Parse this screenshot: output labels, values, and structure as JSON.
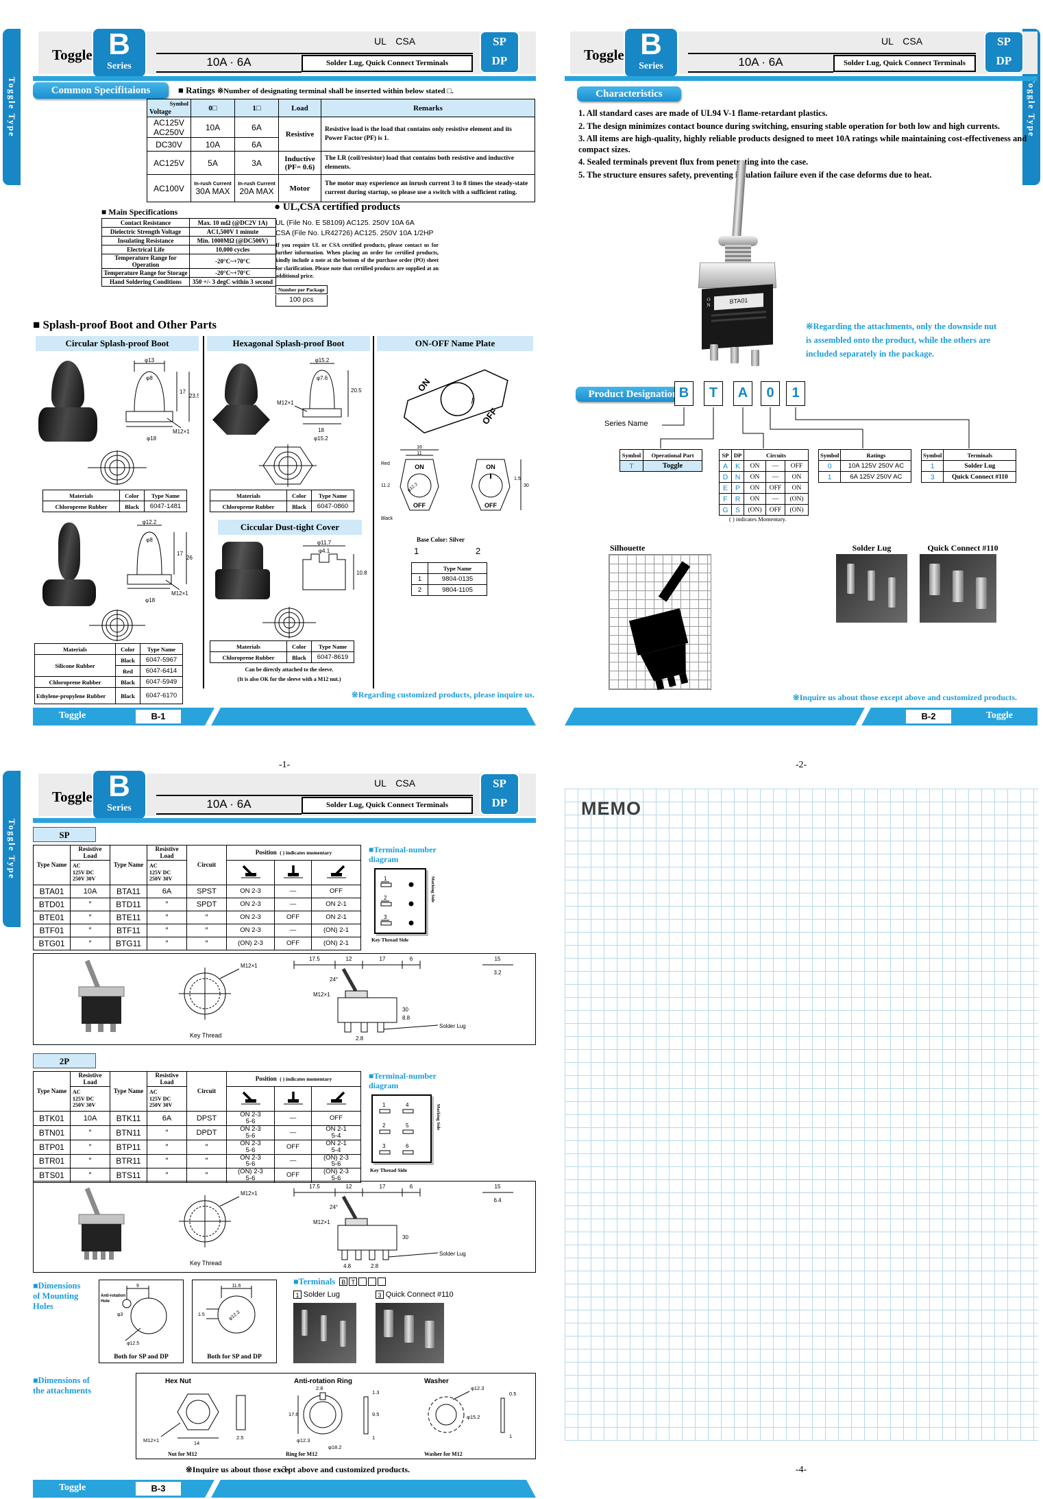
{
  "colors": {
    "accent": "#29a3dc",
    "logo_blue": "#1787c5",
    "table_header_fill": "#cfe9f8",
    "note_blue": "#1b9cd8",
    "memo_grid": "#b5d9ec"
  },
  "side_tab_label": "Toggle Type",
  "header": {
    "toggle": "Toggle",
    "series_letter": "B",
    "series_word": "Series",
    "ul_csa": "UL CSA",
    "amps": "10A · 6A",
    "terminals_box": "Solder Lug, Quick Connect Terminals",
    "sp": "SP",
    "dp": "DP"
  },
  "p1": {
    "common_badge": "Common Specifitaions",
    "ratings_title": "■ Ratings",
    "ratings_note": "※Number of designating terminal shall be inserted within below stated □.",
    "ratings": {
      "h_symbol": "Symbol",
      "h_voltage": "Voltage",
      "h0": "0□",
      "h1": "1□",
      "h_load": "Load",
      "h_remarks": "Remarks",
      "r1_voltage": "AC125V\nAC250V",
      "r1_c0": "10A",
      "r1_c1": "6A",
      "load_resistive": "Resistive",
      "remark_resistive": "Resistive load is the load that contains only resistive element and its Power Factor (PF) is 1.",
      "r2_voltage": "DC30V",
      "r2_c0": "10A",
      "r2_c1": "6A",
      "r3_voltage": "AC125V",
      "r3_c0": "5A",
      "r3_c1": "3A",
      "load_inductive": "Inductive\n(PF= 0.6)",
      "remark_inductive": "The LR (coil/resistor) load that contains both resistive and inductive elements.",
      "r4_voltage": "AC100V",
      "inrush": "In-rush Current",
      "r4_c0": "30A MAX",
      "r4_c1": "20A MAX",
      "load_motor": "Motor",
      "remark_motor": "The motor may experience an inrush current 3 to 8 times the steady-state current during startup, so please use a switch with a sufficient rating."
    },
    "main_spec_title": "■ Main Specifications",
    "main_specs": [
      [
        "Contact Resistance",
        "Max. 10 mΩ (@DC2V 1A)"
      ],
      [
        "Dielectric Strength Voltage",
        "AC1,500V 1 minute"
      ],
      [
        "Insulating Resistance",
        "Min. 1000MΩ (@DC500V)"
      ],
      [
        "Electrical Life",
        "10,000 cycles"
      ],
      [
        "Temperature Range for Operation",
        "-20°C~+70°C"
      ],
      [
        "Temperature Range for Storage",
        "-20°C~+70°C"
      ],
      [
        "Hand Soldering Conditions",
        "350 +/- 3 degC within 3 second"
      ]
    ],
    "ul_title": "● UL,CSA  certified products",
    "ul_line1": "UL  (File No. E 58109) AC125. 250V  10A  6A",
    "ul_line2": "CSA (File No. LR42726) AC125. 250V  10A  1/2HP",
    "ul_note": "If you require UL or CSA certified products, please contact us for further information. When placing an order for certified products, kindly include a note at the bottom of the purchase order (PO) sheet for clarification. Please note that certified products are supplied at an additional price.",
    "pkg_label": "Number per Package",
    "pkg_value": "100 pcs",
    "splash_title": "■ Splash-proof Boot and Other Parts",
    "mat_h": [
      "Materials",
      "Color",
      "Type Name"
    ],
    "col1": {
      "header": "Circular Splash-proof Boot",
      "table1": [
        [
          "Chloroprene Rubber",
          "Black",
          "6047-1481"
        ]
      ],
      "dims1": [
        "φ13",
        "φ8",
        "17",
        "23.5",
        "M12×1",
        "φ18"
      ],
      "dims2": [
        "φ12.2",
        "φ8",
        "17",
        "26",
        "M12×1",
        "φ18"
      ],
      "table2": {
        "m1": "Silicone Rubber",
        "r1c": "Black",
        "r1t": "6047-5967",
        "r2c": "Red",
        "r2t": "6047-6414",
        "m3": "Chloroprene Rubber",
        "r3c": "Black",
        "r3t": "6047-5949",
        "m4": "Ethylene-propylene Rubber",
        "r4c": "Black",
        "r4t": "6047-6170"
      }
    },
    "col2": {
      "header": "Hexagonal Splash-proof Boot",
      "table1": [
        [
          "Chloroprene Rubber",
          "Black",
          "6047-0860"
        ]
      ],
      "dims1": [
        "φ15.2",
        "φ7.6",
        "M12×1",
        "20.5",
        "18",
        "φ15.2"
      ],
      "header2": "Ciccular Dust-tight Cover",
      "dims2": [
        "φ11.7",
        "φ4.1",
        "10.8"
      ],
      "table2": [
        [
          "Chloroprene Rubber",
          "Black",
          "6047-8619"
        ]
      ],
      "note1": "Can be directly attached to the sleeve.",
      "note2": "(It is also OK for the sleeve with a M12 nut.)"
    },
    "col3": {
      "header": "ON-OFF Name Plate",
      "on": "ON",
      "off": "OFF",
      "d16": "16",
      "d11": "11",
      "d15": "1.5",
      "d112": "11.2",
      "d122": "φ12.2",
      "d30": "30",
      "red": "Red",
      "black": "Black",
      "base_color": "Base Color: Silver",
      "n1": "1",
      "n2": "2",
      "type_header": "Type Name",
      "types": [
        [
          "1",
          "9804-0135"
        ],
        [
          "2",
          "9804-1105"
        ]
      ]
    },
    "inquiry": "※Regarding customized products, please inquire us.",
    "footer_code": "B-1",
    "page_no": "-1-"
  },
  "p2": {
    "char_badge": "Characteristics",
    "char_items": [
      "1.  All standard cases are made of UL94 V-1 flame-retardant plastics.",
      "2.  The design minimizes contact bounce during switching, ensuring stable operation for both low and high currents.",
      "3.  All items are high-quality, highly reliable products designed to meet 10A ratings while maintaining cost-effectiveness and compact sizes.",
      "4.  Sealed terminals prevent flux from penetrating into the case.",
      "5. The structure ensures safety, preventing insulation failure even if the case deforms due to heat."
    ],
    "photo_label": "BTA01",
    "photo_note": "※Regarding the attachments, only the downside nut\nis assembled onto the product, while the others are\nincluded separately in the package.",
    "pd_badge": "Product Designation",
    "code_boxes": [
      "B",
      "T",
      "A",
      "0",
      "1"
    ],
    "series_name": "Series Name",
    "op_table": {
      "h1": "Symbol",
      "h2": "Operational Part",
      "symbol": "T",
      "part": "Toggle"
    },
    "circuits": {
      "h_sp": "SP",
      "h_dp": "DP",
      "h_circuits": "Circuits",
      "rows": [
        [
          "A",
          "K",
          "ON",
          "—",
          "OFF"
        ],
        [
          "D",
          "N",
          "ON",
          "—",
          "ON"
        ],
        [
          "E",
          "P",
          "ON",
          "OFF",
          "ON"
        ],
        [
          "F",
          "R",
          "ON",
          "—",
          "(ON)"
        ],
        [
          "G",
          "S",
          "(ON)",
          "OFF",
          "(ON)"
        ]
      ],
      "note": "(  ) indicates Momentary."
    },
    "ratings_table": {
      "h1": "Symbol",
      "h2": "Ratings",
      "rows": [
        [
          "0",
          "10A 125V 250V AC"
        ],
        [
          "1",
          "6A 125V 250V AC"
        ]
      ]
    },
    "terminals_table": {
      "h1": "Symbol",
      "h2": "Terminals",
      "rows": [
        [
          "1",
          "Solder Lug"
        ],
        [
          "3",
          "Quick Connect #110"
        ]
      ]
    },
    "silhouette_label": "Silhouette",
    "solder_label": "Solder Lug",
    "qc_label": "Quick Connect #110",
    "inquiry": "※Inquire us about those except above and customized products.",
    "footer_code": "B-2",
    "page_no": "-2-"
  },
  "p3": {
    "sp_badge": "SP",
    "dp_badge": "2P",
    "tbl": {
      "h_type": "Type Name",
      "h_res": "Resistive Load",
      "h_ac": "AC\n125V DC\n250V 30V",
      "h_circuit": "Circuit",
      "h_pos": "Position",
      "h_momentary": "(  ) indicates momentary"
    },
    "sp_rows": [
      [
        "BTA01",
        "10A",
        "BTA11",
        "6A",
        "SPST",
        "ON 2-3",
        "—",
        "OFF"
      ],
      [
        "BTD01",
        "″",
        "BTD11",
        "″",
        "SPDT",
        "ON 2-3",
        "—",
        "ON 2-1"
      ],
      [
        "BTE01",
        "″",
        "BTE11",
        "″",
        "″",
        "ON 2-3",
        "OFF",
        "ON 2-1"
      ],
      [
        "BTF01",
        "″",
        "BTF11",
        "″",
        "″",
        "ON 2-3",
        "—",
        "(ON) 2-1"
      ],
      [
        "BTG01",
        "″",
        "BTG11",
        "″",
        "″",
        "(ON) 2-3",
        "OFF",
        "(ON) 2-1"
      ]
    ],
    "dp_rows": [
      [
        "BTK01",
        "10A",
        "BTK11",
        "6A",
        "DPST",
        "ON 2-3\n5-6",
        "—",
        "OFF"
      ],
      [
        "BTN01",
        "″",
        "BTN11",
        "″",
        "DPDT",
        "ON 2-3\n5-6",
        "—",
        "ON 2-1\n5-4"
      ],
      [
        "BTP01",
        "″",
        "BTP11",
        "″",
        "″",
        "ON 2-3\n5-6",
        "OFF",
        "ON 2-1\n5-4"
      ],
      [
        "BTR01",
        "″",
        "BTR11",
        "″",
        "″",
        "ON 2-3\n5-6",
        "—",
        "(ON) 2-3\n5-6"
      ],
      [
        "BTS01",
        "″",
        "BTS11",
        "″",
        "″",
        "(ON) 2-3\n5-6",
        "OFF",
        "(ON) 2-3\n5-6"
      ]
    ],
    "td_title": "■Terminal-number\ndiagram",
    "marking_side": "Marking Side",
    "key_thread_side": "Key Thread Side",
    "sp_terms": [
      "1",
      "2",
      "3"
    ],
    "dp_terms": [
      "1",
      "4",
      "2",
      "5",
      "3",
      "6"
    ],
    "drawing": {
      "d175": "17.5",
      "d12": "12",
      "d17": "17",
      "d6": "6",
      "d15": "15",
      "sp_h": "3.2",
      "dp_h": "6.4",
      "m12": "M12×1",
      "key_thread": "Key Thread",
      "solder_lug": "Solder Lug",
      "d28": "2.8",
      "d48": "4.8",
      "angle": "24°",
      "d30": "30",
      "d88": "8.8"
    },
    "mounting_title": [
      "■Dimensions",
      "of Mounting",
      "Holes"
    ],
    "hole1": {
      "d1": "9",
      "d2": "φ3",
      "d3": "φ12.5",
      "note1": "Anti-rotation",
      "note2": "Hole",
      "caption": "Both for SP and DP"
    },
    "hole2": {
      "d1": "11.6",
      "d2": "1.5",
      "d3": "φ12.3",
      "caption": "Both for SP and DP"
    },
    "terminals_title": "■Terminals",
    "terminals_code": [
      "B",
      "T",
      "",
      "",
      ""
    ],
    "t1_num": "1",
    "t1_label": "Solder Lug",
    "t3_num": "3",
    "t3_label": "Quick Connect #110",
    "attach_title": [
      "■Dimensions of",
      "the attachments"
    ],
    "hex": {
      "title": "Hex Nut",
      "m12": "M12×1",
      "d14": "14",
      "d25": "2.5",
      "caption": "Nut for M12"
    },
    "ring": {
      "title": "Anti-rotation Ring",
      "d28": "2.8",
      "d176": "17.6",
      "d123": "φ12.3",
      "d182": "φ18.2",
      "d13": "1.3",
      "d95": "9.5",
      "d1": "1",
      "caption": "Ring for M12"
    },
    "washer": {
      "title": "Washer",
      "d123": "φ12.3",
      "d152": "φ15.2",
      "d05": "0.5",
      "d1": "1",
      "caption": "Washer for M12"
    },
    "inquiry": "※Inquire us about those except above and customized products.",
    "footer_code": "B-3",
    "page_no": "-3-"
  },
  "p4": {
    "memo": "MEMO",
    "page_no": "-4-"
  }
}
